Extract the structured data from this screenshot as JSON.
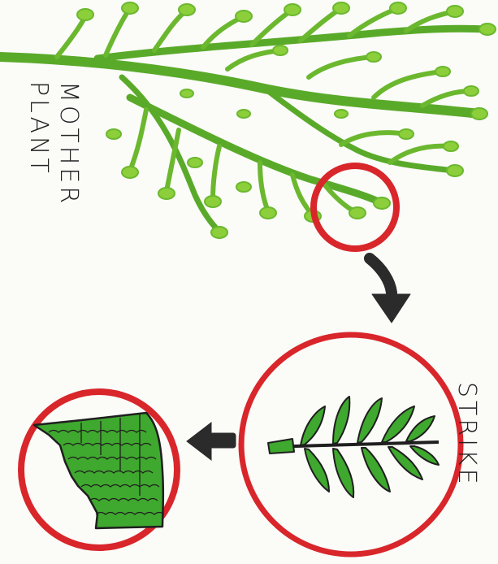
{
  "labels": {
    "mother_line1": "MOTHER",
    "mother_line2": "PLANT",
    "strike": "STRIKE"
  },
  "colors": {
    "paper": "#fbfbf8",
    "leaf_dark": "#4e9e22",
    "leaf_light": "#8ccf3a",
    "circle_red": "#d8262b",
    "arrow": "#2b2b2b",
    "cutting_fill": "#3fa82e",
    "ink": "#1f1f1f"
  }
}
